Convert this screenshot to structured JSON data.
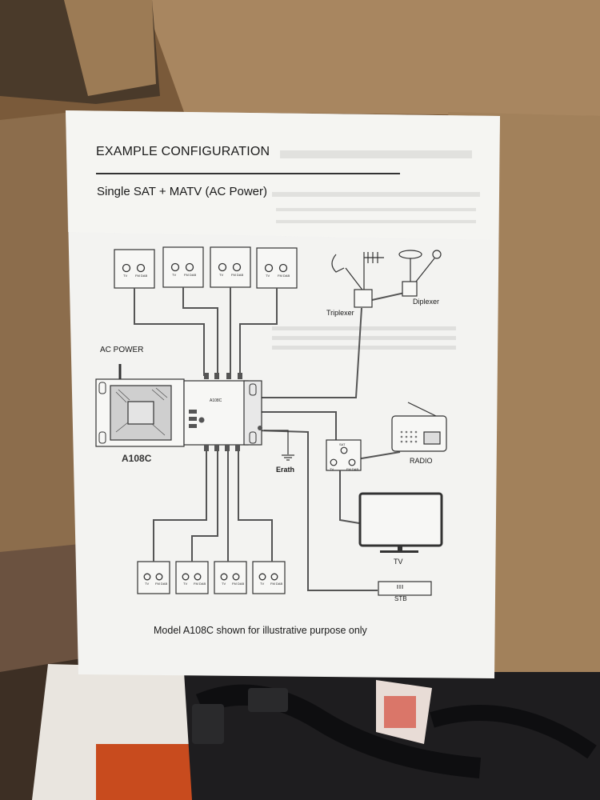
{
  "document": {
    "title": "EXAMPLE CONFIGURATION",
    "subtitle": "Single SAT + MATV (AC Power)",
    "footer": "Model A108C shown for illustrative purpose only"
  },
  "diagram": {
    "ac_power_label": "AC POWER",
    "triplexer_label": "Triplexer",
    "diplexer_label": "Diplexer",
    "amplifier_model": "A108C",
    "amplifier_badge": "A108C",
    "earth_label": "Erath",
    "radio_label": "RADIO",
    "tv_label": "TV",
    "stb_label": "STB",
    "outlet_tv_label": "TV",
    "outlet_fm_label": "FM DAB",
    "outlet_sat_label": "SAT"
  }
}
